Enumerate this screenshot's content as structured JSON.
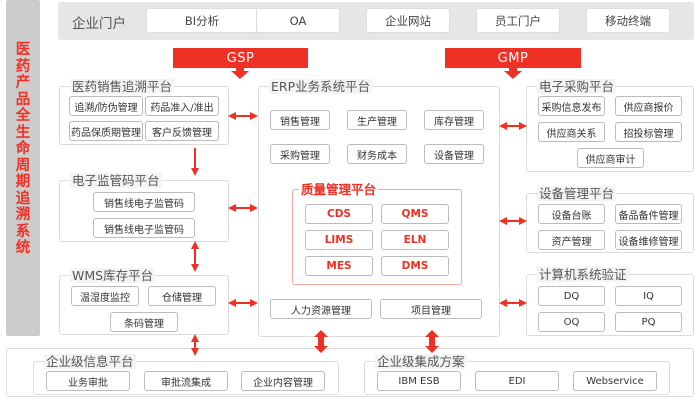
{
  "sidebar": {
    "title_chars": [
      "医",
      "药",
      "产",
      "品",
      "全",
      "生",
      "命",
      "周",
      "期",
      "追",
      "溯",
      "系",
      "统"
    ]
  },
  "portal": {
    "title": "企业门户",
    "items": [
      "BI分析",
      "OA",
      "企业网站",
      "员工门户",
      "移动终端"
    ]
  },
  "banners": {
    "gsp": "GSP",
    "gmp": "GMP"
  },
  "sales_trace": {
    "title": "医药销售追溯平台",
    "items": [
      "追溯/防伪管理",
      "药品准入/准出",
      "药品保质期管理",
      "客户反馈管理"
    ]
  },
  "ecode": {
    "title": "电子监管码平台",
    "items": [
      "销售线电子监管码",
      "销售线电子监管码"
    ]
  },
  "wms": {
    "title": "WMS库存平台",
    "items": [
      "温湿度监控",
      "仓储管理",
      "条码管理"
    ]
  },
  "erp": {
    "title": "ERP业务系统平台",
    "items": [
      "销售管理",
      "生产管理",
      "库存管理",
      "采购管理",
      "财务成本",
      "设备管理"
    ],
    "bottom_items": [
      "人力资源管理",
      "项目管理"
    ],
    "quality": {
      "title": "质量管理平台",
      "items": [
        "CDS",
        "QMS",
        "LIMS",
        "ELN",
        "MES",
        "DMS"
      ]
    }
  },
  "procurement": {
    "title": "电子采购平台",
    "items": [
      "采购信息发布",
      "供应商报价",
      "供应商关系",
      "招投标管理",
      "供应商审计"
    ]
  },
  "equipment": {
    "title": "设备管理平台",
    "items": [
      "设备台账",
      "备品备件管理",
      "资产管理",
      "设备维修管理"
    ]
  },
  "csv": {
    "title": "计算机系统验证",
    "items": [
      "DQ",
      "IQ",
      "OQ",
      "PQ"
    ]
  },
  "ent_info": {
    "title": "企业级信息平台",
    "items": [
      "业务审批",
      "审批流集成",
      "企业内容管理"
    ]
  },
  "ent_integration": {
    "title": "企业级集成方案",
    "items": [
      "IBM ESB",
      "EDI",
      "Webservice"
    ]
  },
  "colors": {
    "accent": "#ee3124",
    "sidebar_bg": "#cccccc",
    "portal_bg": "#e6e6e6"
  }
}
